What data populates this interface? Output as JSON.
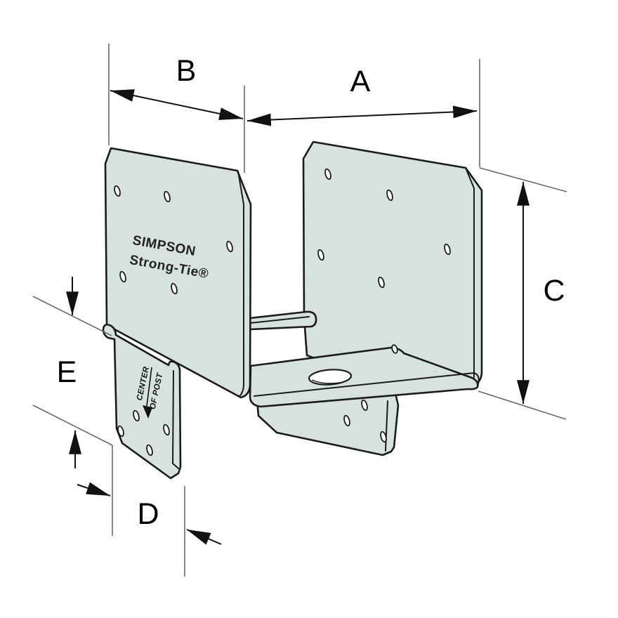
{
  "title": "Post base bracket isometric diagram",
  "dimensions": {
    "a": "A",
    "b": "B",
    "c": "C",
    "d": "D",
    "e": "E"
  },
  "brand": {
    "line1": "SIMPSON",
    "line2": "Strong-Tie®"
  },
  "stamp": {
    "line1": "CENTER",
    "line2": "OF POST"
  },
  "colors": {
    "metal": "#d7e1e0",
    "outline": "#1b1b1b",
    "dim-line": "#6a6a6a",
    "arrow": "#111111",
    "background": "#ffffff"
  }
}
